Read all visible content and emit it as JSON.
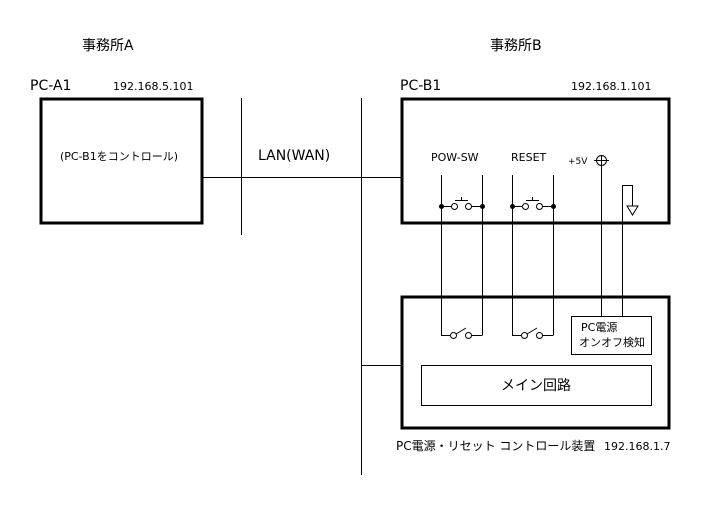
{
  "office_a": {
    "label": "事務所A",
    "pc_name": "PC-A1",
    "ip": "192.168.5.101",
    "description": "(PC-B1をコントロール)"
  },
  "office_b": {
    "label": "事務所B",
    "pc_name": "PC-B1",
    "ip": "192.168.1.101",
    "pow_sw": "POW-SW",
    "reset": "RESET",
    "v5": "+5V"
  },
  "network": {
    "label": "LAN(WAN)"
  },
  "controller": {
    "detect_line1": "PC電源",
    "detect_line2": "オンオフ検知",
    "main_circuit": "メイン回路",
    "caption": "PC電源・リセット コントロール装置",
    "ip": "192.168.1.7"
  }
}
